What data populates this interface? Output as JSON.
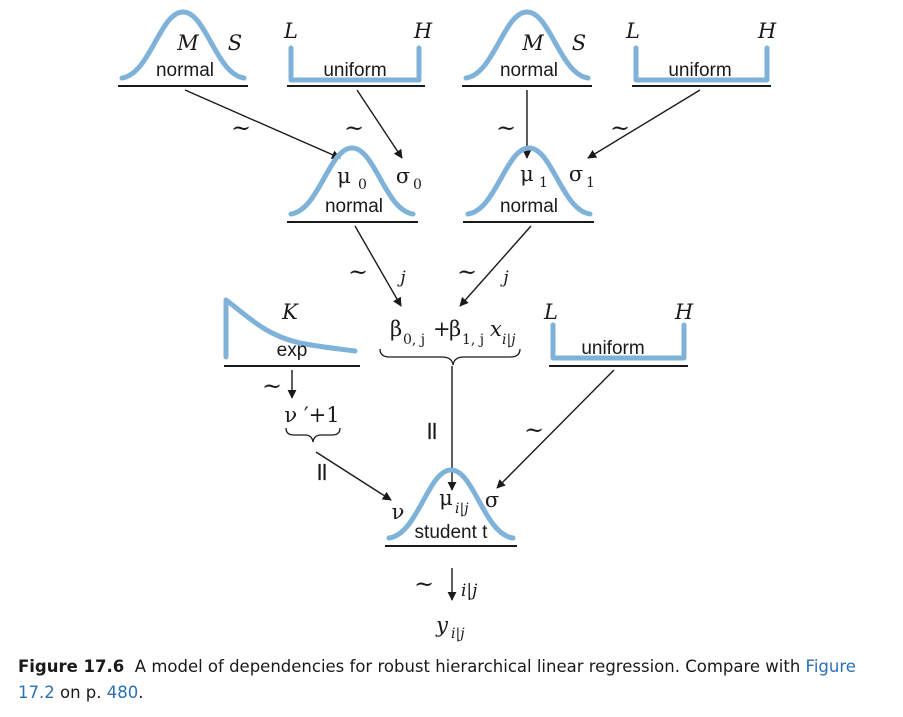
{
  "nodes": {
    "top_normal_0": {
      "label": "normal",
      "p1": "M",
      "p2": "S"
    },
    "top_uniform_0": {
      "label": "uniform",
      "p1": "L",
      "p2": "H"
    },
    "top_normal_1": {
      "label": "normal",
      "p1": "M",
      "p2": "S"
    },
    "top_uniform_1": {
      "label": "uniform",
      "p1": "L",
      "p2": "H"
    },
    "mid_normal_0": {
      "label": "normal",
      "p1": "μ",
      "p1_sub": "0",
      "p2": "σ",
      "p2_sub": "0"
    },
    "mid_normal_1": {
      "label": "normal",
      "p1": "μ",
      "p1_sub": "1",
      "p2": "σ",
      "p2_sub": "1"
    },
    "exp": {
      "label": "exp",
      "p1": "K"
    },
    "uniform_sigma": {
      "label": "uniform",
      "p1": "L",
      "p2": "H"
    },
    "student_t": {
      "label": "student t",
      "p_nu": "ν",
      "p_mu": "μ",
      "p_mu_sub": "i|j",
      "p_sigma": "σ"
    }
  },
  "expressions": {
    "linear_predictor": {
      "b0": "β",
      "b0_sub": "0, j",
      "plus": "+",
      "b1": "β",
      "b1_sub": "1, j",
      "x": "x",
      "x_sub": "i|j"
    },
    "nu_prime": "ν ′+1",
    "y": "y",
    "y_sub": "i|j"
  },
  "edge_labels": {
    "tilde": "~",
    "equals": "=",
    "index_j": "j",
    "index_ilj": "i|j"
  },
  "caption": {
    "figure_number": "Figure 17.6",
    "text_before": "A model of dependencies for robust hierarchical linear regression. Compare with ",
    "ref_figure": "Figure 17.2",
    "text_middle": " on p. ",
    "ref_page": "480",
    "text_after": "."
  },
  "colors": {
    "curve": "#7fb2d9",
    "reference_link": "#2b6fb6",
    "ink": "#1a1a1a"
  }
}
